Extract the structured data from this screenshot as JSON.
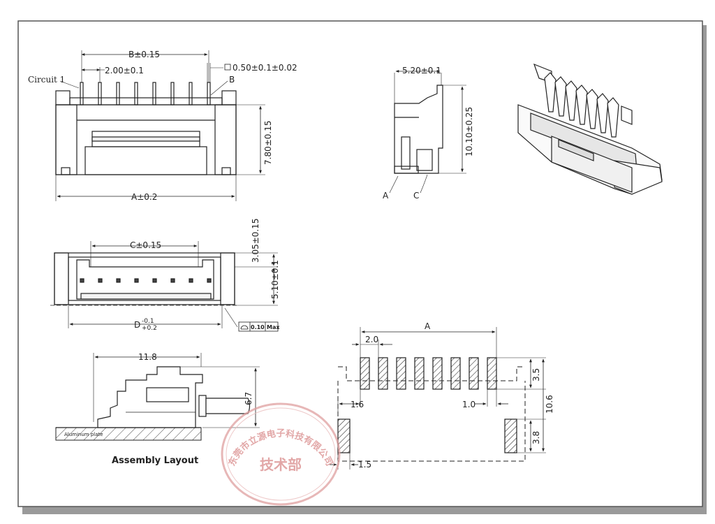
{
  "top_view": {
    "circuit_label": "Circuit 1",
    "dim_b": "B±0.15",
    "pitch": "2.00±0.1",
    "pin_width": "0.50±0.1±0.02",
    "pin_ref": "B",
    "height": "7.80±0.15",
    "dim_a": "A±0.2"
  },
  "side_view": {
    "width": "5.20±0.1",
    "height": "10.10±0.25",
    "ref_a": "A",
    "ref_c": "C"
  },
  "front_view": {
    "dim_c": "C±0.15",
    "height_top": "3.05±0.15",
    "height_bottom": "5.10±0.1",
    "dim_d": "D",
    "dim_d_tol_upper": "-0.1",
    "dim_d_tol_lower": "+0.2",
    "flatness_value": "0.10",
    "flatness_max": "Max"
  },
  "assembly": {
    "width": "11.8",
    "height": "6.7",
    "plate_label": "Aluminum plate",
    "title": "Assembly Layout"
  },
  "pcb_layout": {
    "dim_a": "A",
    "pitch": "2.0",
    "pad_height": "3.5",
    "pad_offset": "1.6",
    "pad_width": "1.0",
    "overall_height": "10.6",
    "mount_pad_height": "3.8",
    "mount_pad_width": "1.5"
  },
  "stamp": {
    "company": "东莞市立源电子科技有限公司",
    "department": "技术部"
  }
}
